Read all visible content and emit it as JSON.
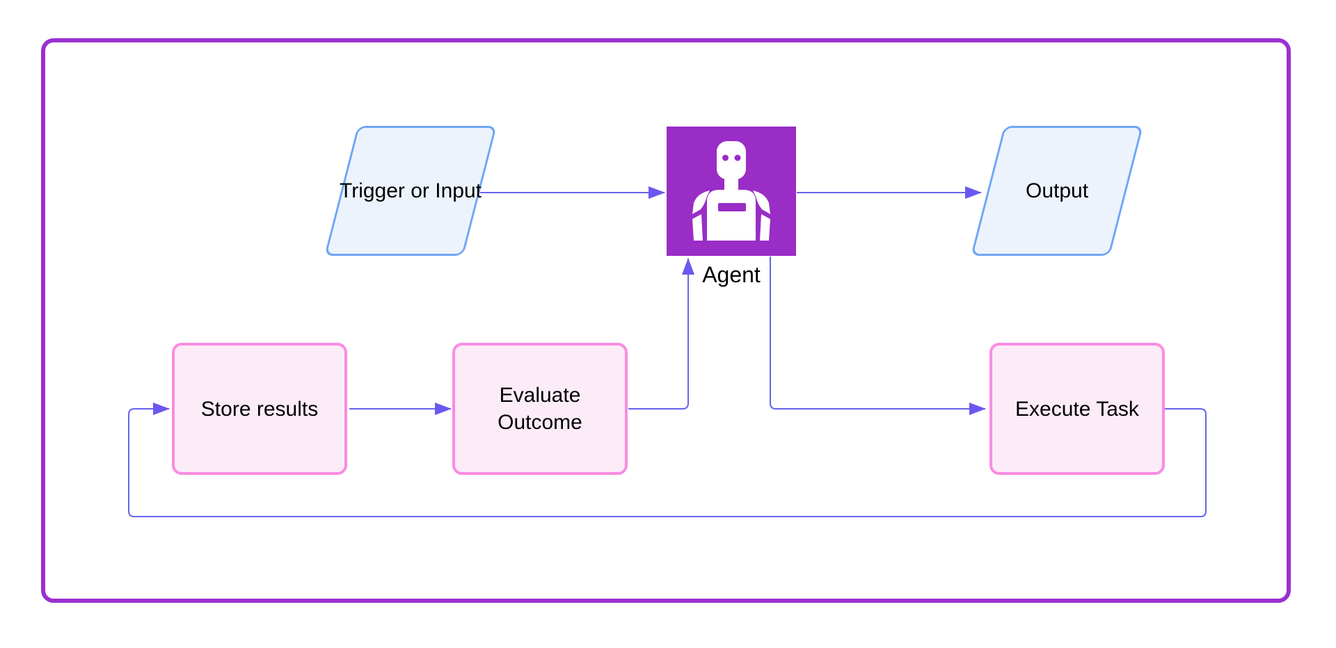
{
  "diagram": {
    "kind": "flowchart",
    "nodes": {
      "trigger": {
        "label": "Trigger or Input",
        "shape": "parallelogram"
      },
      "agent": {
        "label": "Agent",
        "shape": "icon-square",
        "icon": "robot-icon"
      },
      "output": {
        "label": "Output",
        "shape": "parallelogram"
      },
      "store_results": {
        "label": "Store results",
        "shape": "rounded-rect"
      },
      "evaluate_outcome": {
        "label": "Evaluate Outcome",
        "shape": "rounded-rect"
      },
      "execute_task": {
        "label": "Execute Task",
        "shape": "rounded-rect"
      }
    },
    "edges": [
      {
        "from": "trigger",
        "to": "agent"
      },
      {
        "from": "agent",
        "to": "output"
      },
      {
        "from": "agent",
        "to": "execute_task"
      },
      {
        "from": "execute_task",
        "to": "store_results"
      },
      {
        "from": "store_results",
        "to": "evaluate_outcome"
      },
      {
        "from": "evaluate_outcome",
        "to": "agent"
      }
    ],
    "colors": {
      "background": "#ffffff",
      "frame_border": "#9b30d0",
      "agent_fill": "#992dc6",
      "connector": "#6565ec",
      "arrowhead": "#6a58f0",
      "parallelogram_fill": "#edf3fc",
      "parallelogram_border": "#6ea6f7",
      "task_fill": "#fcecf8",
      "task_border": "#fa8ce2",
      "text": "#000000"
    }
  }
}
